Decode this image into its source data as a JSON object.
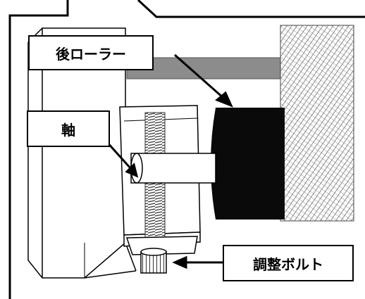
{
  "labels": {
    "rear_roller": "後ローラー",
    "shaft": "軸",
    "adjust_bolt": "調整ボルト"
  },
  "colors": {
    "line": "#000000",
    "background": "#ffffff",
    "roller": "#0a0a0a",
    "bar": "#8c8c8c",
    "hatch": "#555555"
  }
}
